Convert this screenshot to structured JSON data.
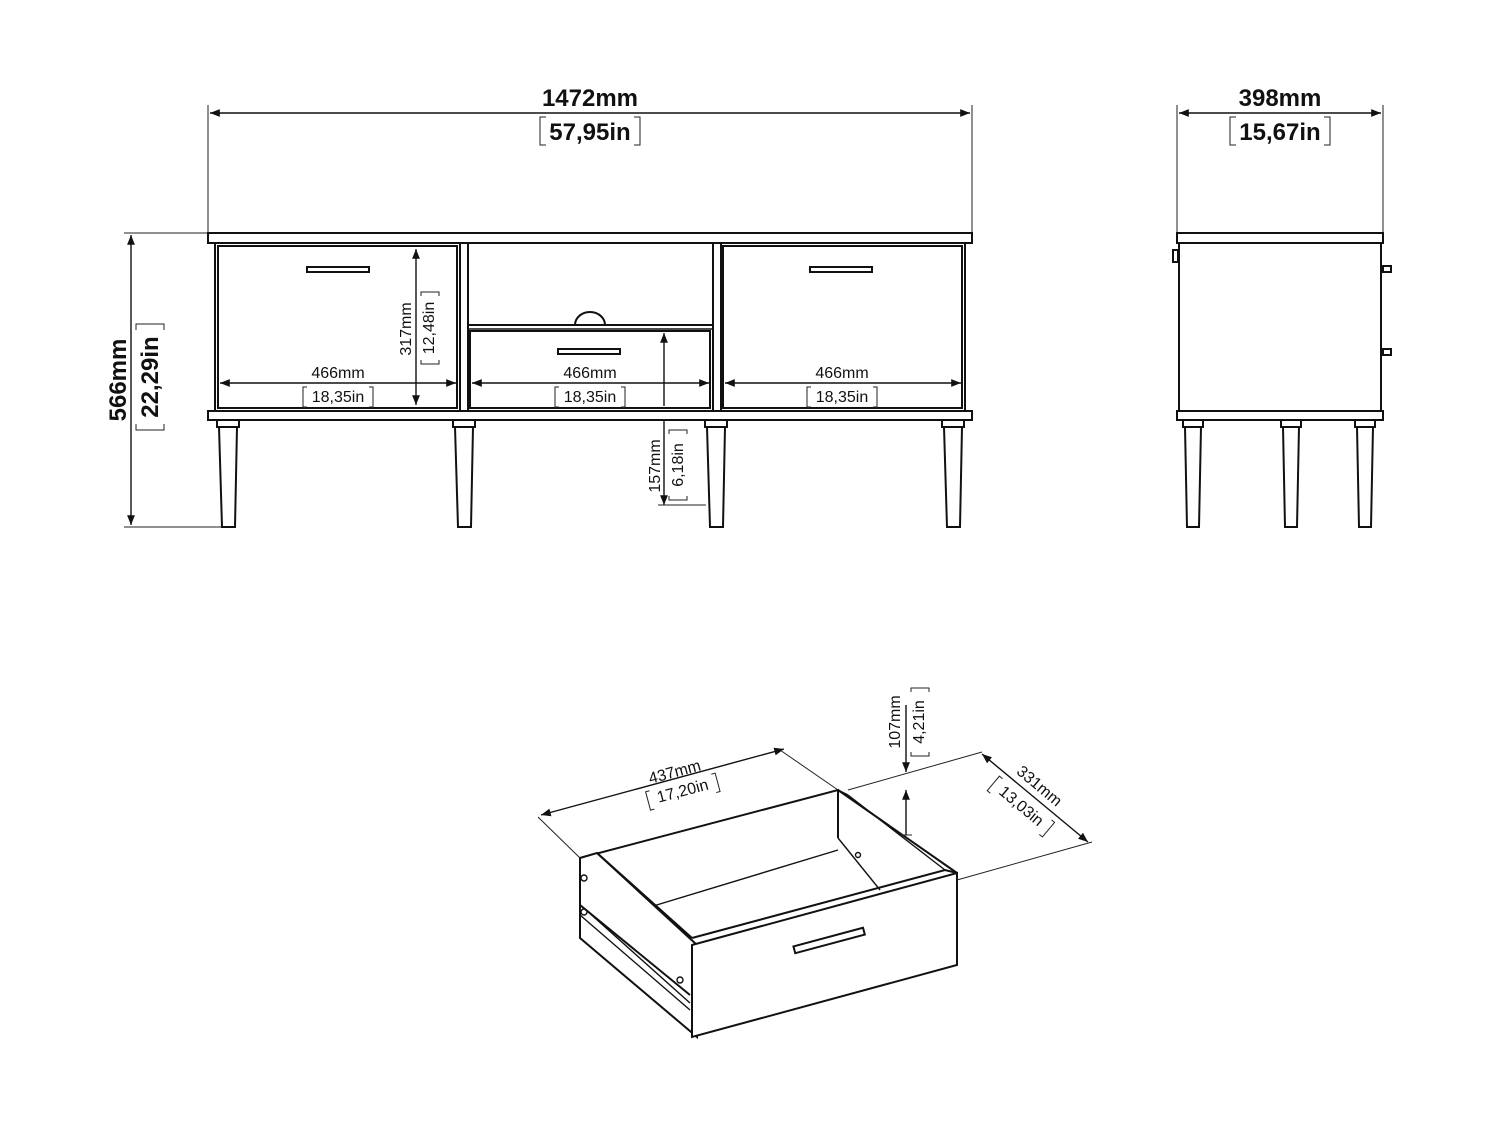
{
  "front_view": {
    "width": {
      "mm": "1472mm",
      "in": "57,95in"
    },
    "height": {
      "mm": "566mm",
      "in": "22,29in"
    },
    "left_compartment_width": {
      "mm": "466mm",
      "in": "18,35in"
    },
    "middle_compartment_width": {
      "mm": "466mm",
      "in": "18,35in"
    },
    "right_compartment_width": {
      "mm": "466mm",
      "in": "18,35in"
    },
    "compartment_height": {
      "mm": "317mm",
      "in": "12,48in"
    },
    "leg_height": {
      "mm": "157mm",
      "in": "6,18in"
    }
  },
  "side_view": {
    "depth": {
      "mm": "398mm",
      "in": "15,67in"
    }
  },
  "drawer_view": {
    "width": {
      "mm": "437mm",
      "in": "17,20in"
    },
    "height": {
      "mm": "107mm",
      "in": "4,21in"
    },
    "depth": {
      "mm": "331mm",
      "in": "13,03in"
    }
  }
}
